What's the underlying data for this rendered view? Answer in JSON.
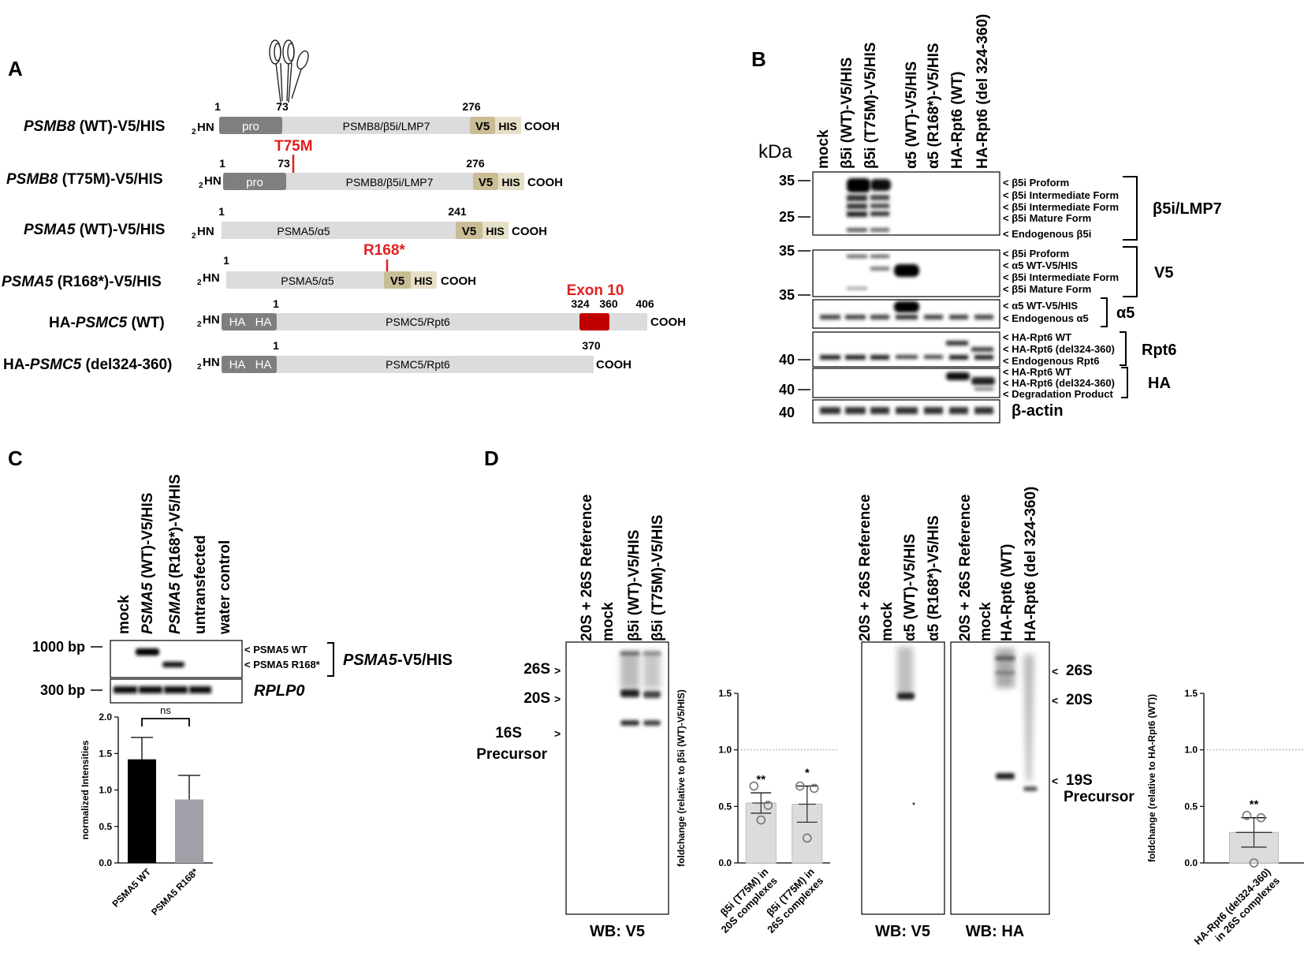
{
  "panel_a": {
    "letter": "A",
    "constructs": [
      {
        "name_it": "PSMB8",
        "name_rest": " (WT)-V5/HIS",
        "nums": [
          "1",
          "73",
          "276"
        ],
        "domains": [
          "pro",
          "PSMB8/β5i/LMP7",
          "V5",
          "HIS"
        ]
      },
      {
        "name_it": "PSMB8",
        "name_rest": " (T75M)-V5/HIS",
        "mutation": "T75M",
        "nums": [
          "1",
          "73",
          "276"
        ],
        "domains": [
          "pro",
          "PSMB8/β5i/LMP7",
          "V5",
          "HIS"
        ]
      },
      {
        "name_it": "PSMA5",
        "name_rest": " (WT)-V5/HIS",
        "nums": [
          "1",
          "241"
        ],
        "domains": [
          "PSMA5/α5",
          "V5",
          "HIS"
        ]
      },
      {
        "name_it": "PSMA5",
        "name_rest": " (R168*)-V5/HIS",
        "mutation": "R168*",
        "nums": [
          "1"
        ],
        "domains": [
          "PSMA5/α5",
          "V5",
          "HIS"
        ]
      },
      {
        "name_pre": "HA-",
        "name_it": "PSMC5",
        "name_rest": " (WT)",
        "exon": "Exon 10",
        "nums": [
          "1",
          "324",
          "360",
          "406"
        ],
        "domains": [
          "HA",
          "HA",
          "PSMC5/Rpt6"
        ]
      },
      {
        "name_pre": "HA-",
        "name_it": "PSMC5",
        "name_rest": " (del324-360)",
        "nums": [
          "1",
          "370"
        ],
        "domains": [
          "HA",
          "HA",
          "PSMC5/Rpt6"
        ]
      }
    ],
    "nterm": "HN",
    "nterm_sub": "2",
    "cterm": "COOH"
  },
  "panel_b": {
    "letter": "B",
    "kda": "kDa",
    "lanes": [
      "mock",
      "β5i (WT)-V5/HIS",
      "β5i (T75M)-V5/HIS",
      "α5 (WT)-V5/HIS",
      "α5 (R168*)-V5/HIS",
      "HA-Rpt6 (WT)",
      "HA-Rpt6 (del 324-360)"
    ],
    "blots": [
      {
        "name": "β5i/LMP7",
        "markers": [
          "35",
          "25"
        ],
        "bands": [
          "< β5i Proform",
          "< β5i Intermediate Form",
          "< β5i Intermediate Form",
          "< β5i Mature Form",
          "< Endogenous β5i"
        ]
      },
      {
        "name": "V5",
        "markers": [
          "35"
        ],
        "bands": [
          "< β5i Proform",
          "< α5 WT-V5/HIS",
          "< β5i Intermediate Form",
          "< β5i Mature Form"
        ]
      },
      {
        "name": "α5",
        "markers": [
          "35"
        ],
        "bands": [
          "< α5 WT-V5/HIS",
          "< Endogenous α5"
        ]
      },
      {
        "name": "Rpt6",
        "markers": [
          "40"
        ],
        "bands": [
          "< HA-Rpt6 WT",
          "< HA-Rpt6 (del324-360)",
          "< Endogenous Rpt6"
        ]
      },
      {
        "name": "HA",
        "markers": [
          "40"
        ],
        "bands": [
          "< HA-Rpt6 WT",
          "< HA-Rpt6 (del324-360)",
          "< Degradation Product"
        ]
      },
      {
        "name": "β-actin",
        "markers": [
          "40"
        ],
        "bands": []
      }
    ]
  },
  "panel_c": {
    "letter": "C",
    "lanes": [
      {
        "pre": "",
        "it": "",
        "post": "mock"
      },
      {
        "pre": "",
        "it": "PSMA5",
        "post": " (WT)-V5/HIS"
      },
      {
        "pre": "",
        "it": "PSMA5",
        "post": " (R168*)-V5/HIS"
      },
      {
        "pre": "",
        "it": "",
        "post": "untransfected"
      },
      {
        "pre": "",
        "it": "",
        "post": "water control"
      }
    ],
    "markers": [
      "1000 bp",
      "300 bp"
    ],
    "bands": [
      "< PSMA5 WT",
      "< PSMA5 R168*"
    ],
    "gel1_label_it": "PSMA5",
    "gel1_label_rest": "-V5/HIS",
    "gel2_label": "RPLP0",
    "sig": "ns"
  },
  "panel_d": {
    "letter": "D",
    "blot1": {
      "lanes": [
        "20S + 26S Reference",
        "mock",
        "β5i (WT)-V5/HIS",
        "β5i (T75M)-V5/HIS"
      ],
      "wb": "WB: V5",
      "markers": [
        "26S",
        "20S",
        "16S",
        "Precursor"
      ]
    },
    "blot2": {
      "lanes": [
        "20S + 26S Reference",
        "mock",
        "α5 (WT)-V5/HIS",
        "α5 (R168*)-V5/HIS"
      ],
      "wb": "WB: V5"
    },
    "blot3": {
      "lanes": [
        "20S + 26S Reference",
        "mock",
        "HA-Rpt6 (WT)",
        "HA-Rpt6 (del 324-360)"
      ],
      "wb": "WB: HA",
      "markers": [
        "26S",
        "20S",
        "19S",
        "Precursor"
      ]
    }
  },
  "chart_data": [
    {
      "type": "bar",
      "categories": [
        "PSMA5 WT",
        "PSMA5 R168*"
      ],
      "values": [
        1.42,
        0.87
      ],
      "errors": [
        0.3,
        0.33
      ],
      "ylabel": "normalized Intensities",
      "ylim": [
        0,
        2.0
      ],
      "yticks": [
        "0.0",
        "0.5",
        "1.0",
        "1.5",
        "2.0"
      ],
      "colors": [
        "#000000",
        "#a0a0a8"
      ],
      "annotation": "ns"
    },
    {
      "type": "bar",
      "categories": [
        "β5i (T75M) in 20S complexes",
        "β5i (T75M) in 26S complexes"
      ],
      "values": [
        0.53,
        0.52
      ],
      "errors": [
        0.09,
        0.16
      ],
      "points": [
        [
          0.68,
          0.51,
          0.38
        ],
        [
          0.68,
          0.66,
          0.22
        ]
      ],
      "significance": [
        "**",
        "*"
      ],
      "ylabel": "foldchange (relative to β5i (WT)-V5/HIS)",
      "ylim": [
        0,
        1.5
      ],
      "yticks": [
        "0.0",
        "0.5",
        "1.0",
        "1.5"
      ],
      "reference_line": 1.0
    },
    {
      "type": "bar",
      "categories": [
        "HA-Rpt6 (del324-360) in 26S complexes"
      ],
      "values": [
        0.27
      ],
      "errors": [
        0.13
      ],
      "points": [
        [
          0.42,
          0.4,
          0.0
        ]
      ],
      "significance": [
        "**"
      ],
      "ylabel": "foldchange (relative to HA-Rpt6 (WT))",
      "ylim": [
        0,
        1.5
      ],
      "yticks": [
        "0.0",
        "0.5",
        "1.0",
        "1.5"
      ],
      "reference_line": 1.0
    }
  ]
}
